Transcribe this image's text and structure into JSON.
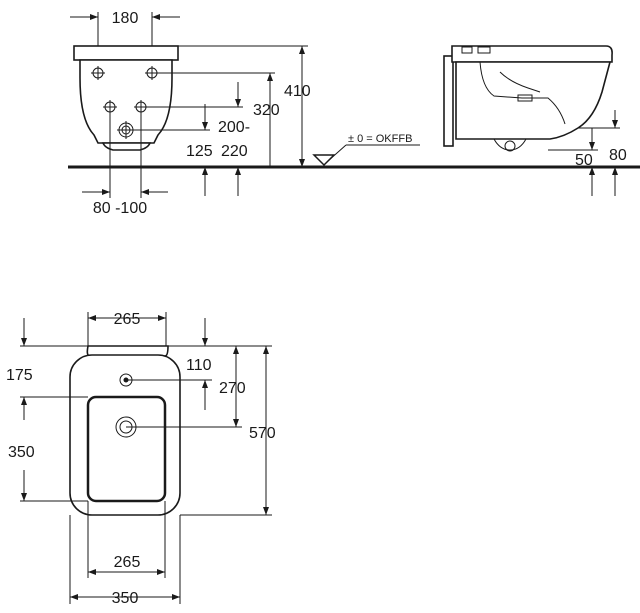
{
  "front_view": {
    "width_top": "180",
    "height_top": "410",
    "inlet_height": "320",
    "range_200": "200-",
    "range_125": "125",
    "range_220": "220",
    "spacing_bottom": "80 -100"
  },
  "side_view": {
    "reference_label": "± 0 = OKFFB",
    "dim_50": "50",
    "dim_80": "80"
  },
  "top_view": {
    "width_top": "265",
    "depth_175": "175",
    "dist_110": "110",
    "dist_270": "270",
    "depth_350": "350",
    "length_570": "570",
    "width_bowl": "265",
    "width_total": "350"
  }
}
